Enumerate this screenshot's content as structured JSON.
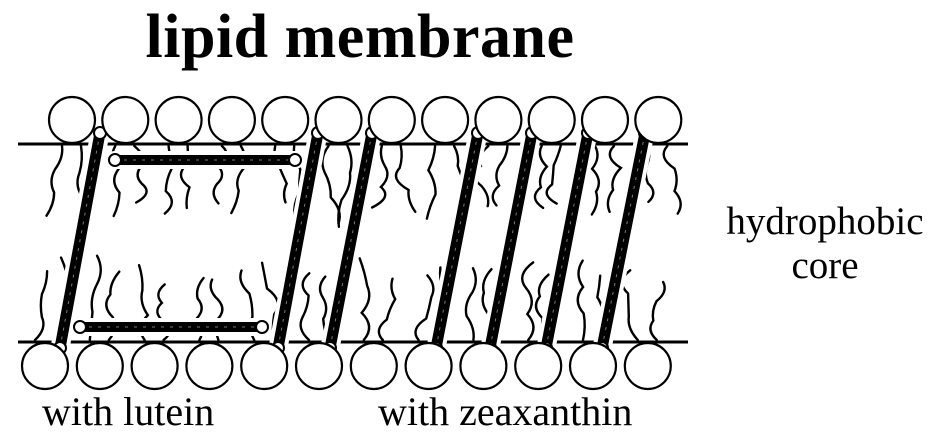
{
  "title": "lipid membrane",
  "core_label": [
    "hydrophobic",
    "core"
  ],
  "lutein_label": "with lutein",
  "zeaxanthin_label": "with zeaxanthin"
}
